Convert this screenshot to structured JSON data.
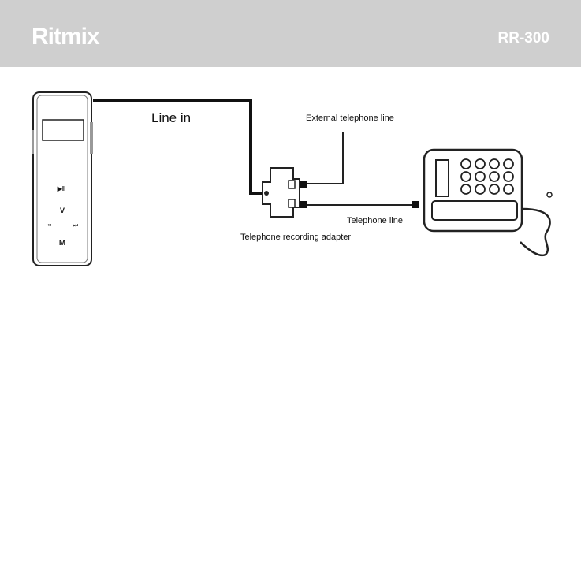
{
  "header": {
    "brand": "Ritmix",
    "model": "RR-300",
    "background": "#cfcfcf"
  },
  "diagram": {
    "labels": {
      "line_in": "Line in",
      "external_line": "External telephone line",
      "telephone_line": "Telephone line",
      "adapter": "Telephone recording adapter"
    },
    "recorder": {
      "play_pause": "▶II",
      "volume": "V",
      "prev": "⏮",
      "next": "⏭",
      "menu": "M"
    }
  }
}
